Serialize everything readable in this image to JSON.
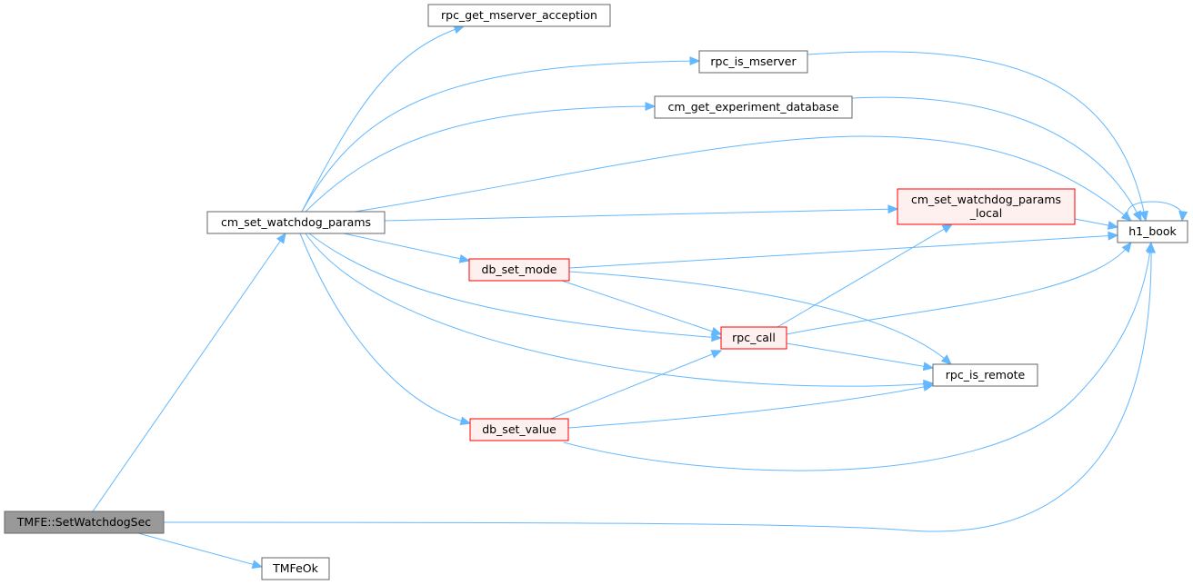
{
  "colors": {
    "edge": "#63b8ff",
    "node_fill": "#ffffff",
    "node_border": "#666666",
    "root_fill": "#999999",
    "root_border": "#666666",
    "error_fill": "#fff0f0",
    "error_border": "#ff0000"
  },
  "nodes": {
    "tmfe_setwatchdogsec": {
      "label": "TMFE::SetWatchdogSec",
      "style": "root"
    },
    "cm_set_watchdog_params": {
      "label": "cm_set_watchdog_params",
      "style": "normal"
    },
    "tmfeok": {
      "label": "TMFeOk",
      "style": "normal"
    },
    "rpc_get_mserver_acception": {
      "label": "rpc_get_mserver_acception",
      "style": "normal"
    },
    "rpc_is_mserver": {
      "label": "rpc_is_mserver",
      "style": "normal"
    },
    "cm_get_experiment_database": {
      "label": "cm_get_experiment_database",
      "style": "normal"
    },
    "cm_set_watchdog_params_local": {
      "label": [
        "cm_set_watchdog_params",
        "_local"
      ],
      "style": "error"
    },
    "db_set_mode": {
      "label": "db_set_mode",
      "style": "error"
    },
    "rpc_call": {
      "label": "rpc_call",
      "style": "error"
    },
    "db_set_value": {
      "label": "db_set_value",
      "style": "error"
    },
    "rpc_is_remote": {
      "label": "rpc_is_remote",
      "style": "normal"
    },
    "h1_book": {
      "label": "h1_book",
      "style": "normal"
    }
  },
  "edges": [
    {
      "from": "tmfe_setwatchdogsec",
      "to": "cm_set_watchdog_params"
    },
    {
      "from": "tmfe_setwatchdogsec",
      "to": "h1_book"
    },
    {
      "from": "tmfe_setwatchdogsec",
      "to": "tmfeok"
    },
    {
      "from": "cm_set_watchdog_params",
      "to": "rpc_get_mserver_acception"
    },
    {
      "from": "cm_set_watchdog_params",
      "to": "rpc_is_mserver"
    },
    {
      "from": "cm_set_watchdog_params",
      "to": "cm_get_experiment_database"
    },
    {
      "from": "cm_set_watchdog_params",
      "to": "h1_book"
    },
    {
      "from": "cm_set_watchdog_params",
      "to": "cm_set_watchdog_params_local"
    },
    {
      "from": "cm_set_watchdog_params",
      "to": "db_set_mode"
    },
    {
      "from": "cm_set_watchdog_params",
      "to": "rpc_call"
    },
    {
      "from": "cm_set_watchdog_params",
      "to": "rpc_is_remote"
    },
    {
      "from": "cm_set_watchdog_params",
      "to": "db_set_value"
    },
    {
      "from": "rpc_is_mserver",
      "to": "h1_book"
    },
    {
      "from": "cm_get_experiment_database",
      "to": "h1_book"
    },
    {
      "from": "cm_set_watchdog_params_local",
      "to": "h1_book"
    },
    {
      "from": "db_set_mode",
      "to": "h1_book"
    },
    {
      "from": "db_set_mode",
      "to": "rpc_call"
    },
    {
      "from": "db_set_mode",
      "to": "rpc_is_remote"
    },
    {
      "from": "rpc_call",
      "to": "cm_set_watchdog_params_local"
    },
    {
      "from": "rpc_call",
      "to": "h1_book"
    },
    {
      "from": "rpc_call",
      "to": "rpc_is_remote"
    },
    {
      "from": "db_set_value",
      "to": "rpc_call"
    },
    {
      "from": "db_set_value",
      "to": "rpc_is_remote"
    },
    {
      "from": "db_set_value",
      "to": "h1_book"
    },
    {
      "from": "h1_book",
      "to": "h1_book"
    }
  ]
}
